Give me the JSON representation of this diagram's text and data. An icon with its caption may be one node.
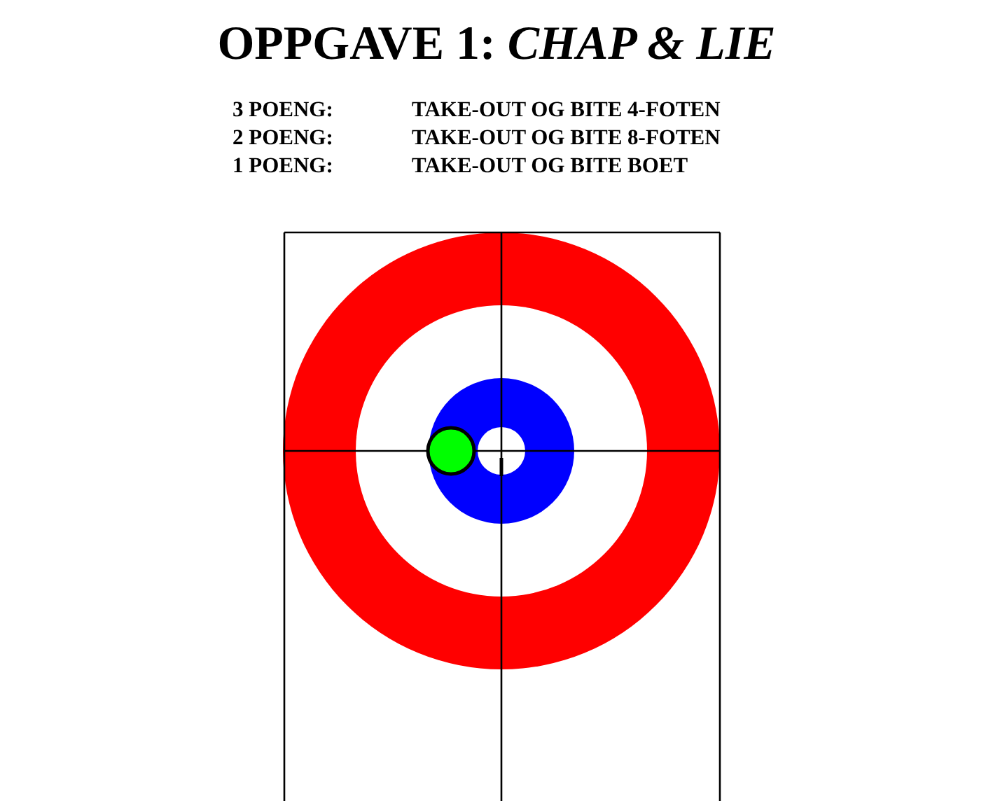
{
  "diagram": {
    "title": "OPPGAVE 1: *CHAP & LIE*",
    "labels": [
      "3 POENG:",
      "TAKE-OUT OG BITE 4-FOTEN",
      "2 POENG:",
      "TAKE-OUT OG BITE 8-FOTEN",
      "1 POENG:",
      "TAKE-OUT OG BITE BOET"
    ]
  }
}
